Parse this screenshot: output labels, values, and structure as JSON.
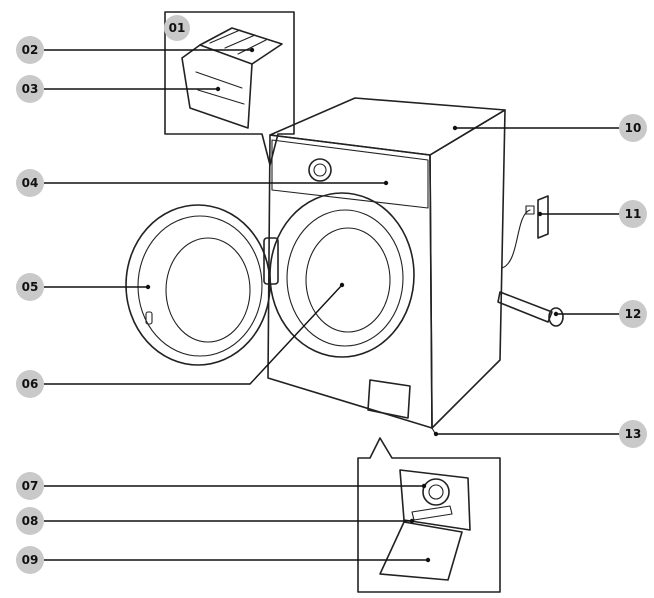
{
  "callouts": [
    {
      "id": "01",
      "label": "01"
    },
    {
      "id": "02",
      "label": "02"
    },
    {
      "id": "03",
      "label": "03"
    },
    {
      "id": "04",
      "label": "04"
    },
    {
      "id": "05",
      "label": "05"
    },
    {
      "id": "06",
      "label": "06"
    },
    {
      "id": "07",
      "label": "07"
    },
    {
      "id": "08",
      "label": "08"
    },
    {
      "id": "09",
      "label": "09"
    },
    {
      "id": "10",
      "label": "10"
    },
    {
      "id": "11",
      "label": "11"
    },
    {
      "id": "12",
      "label": "12"
    },
    {
      "id": "13",
      "label": "13"
    }
  ],
  "colors": {
    "badge_fill": "#c9c9c9",
    "line": "#222222",
    "background": "#ffffff"
  }
}
